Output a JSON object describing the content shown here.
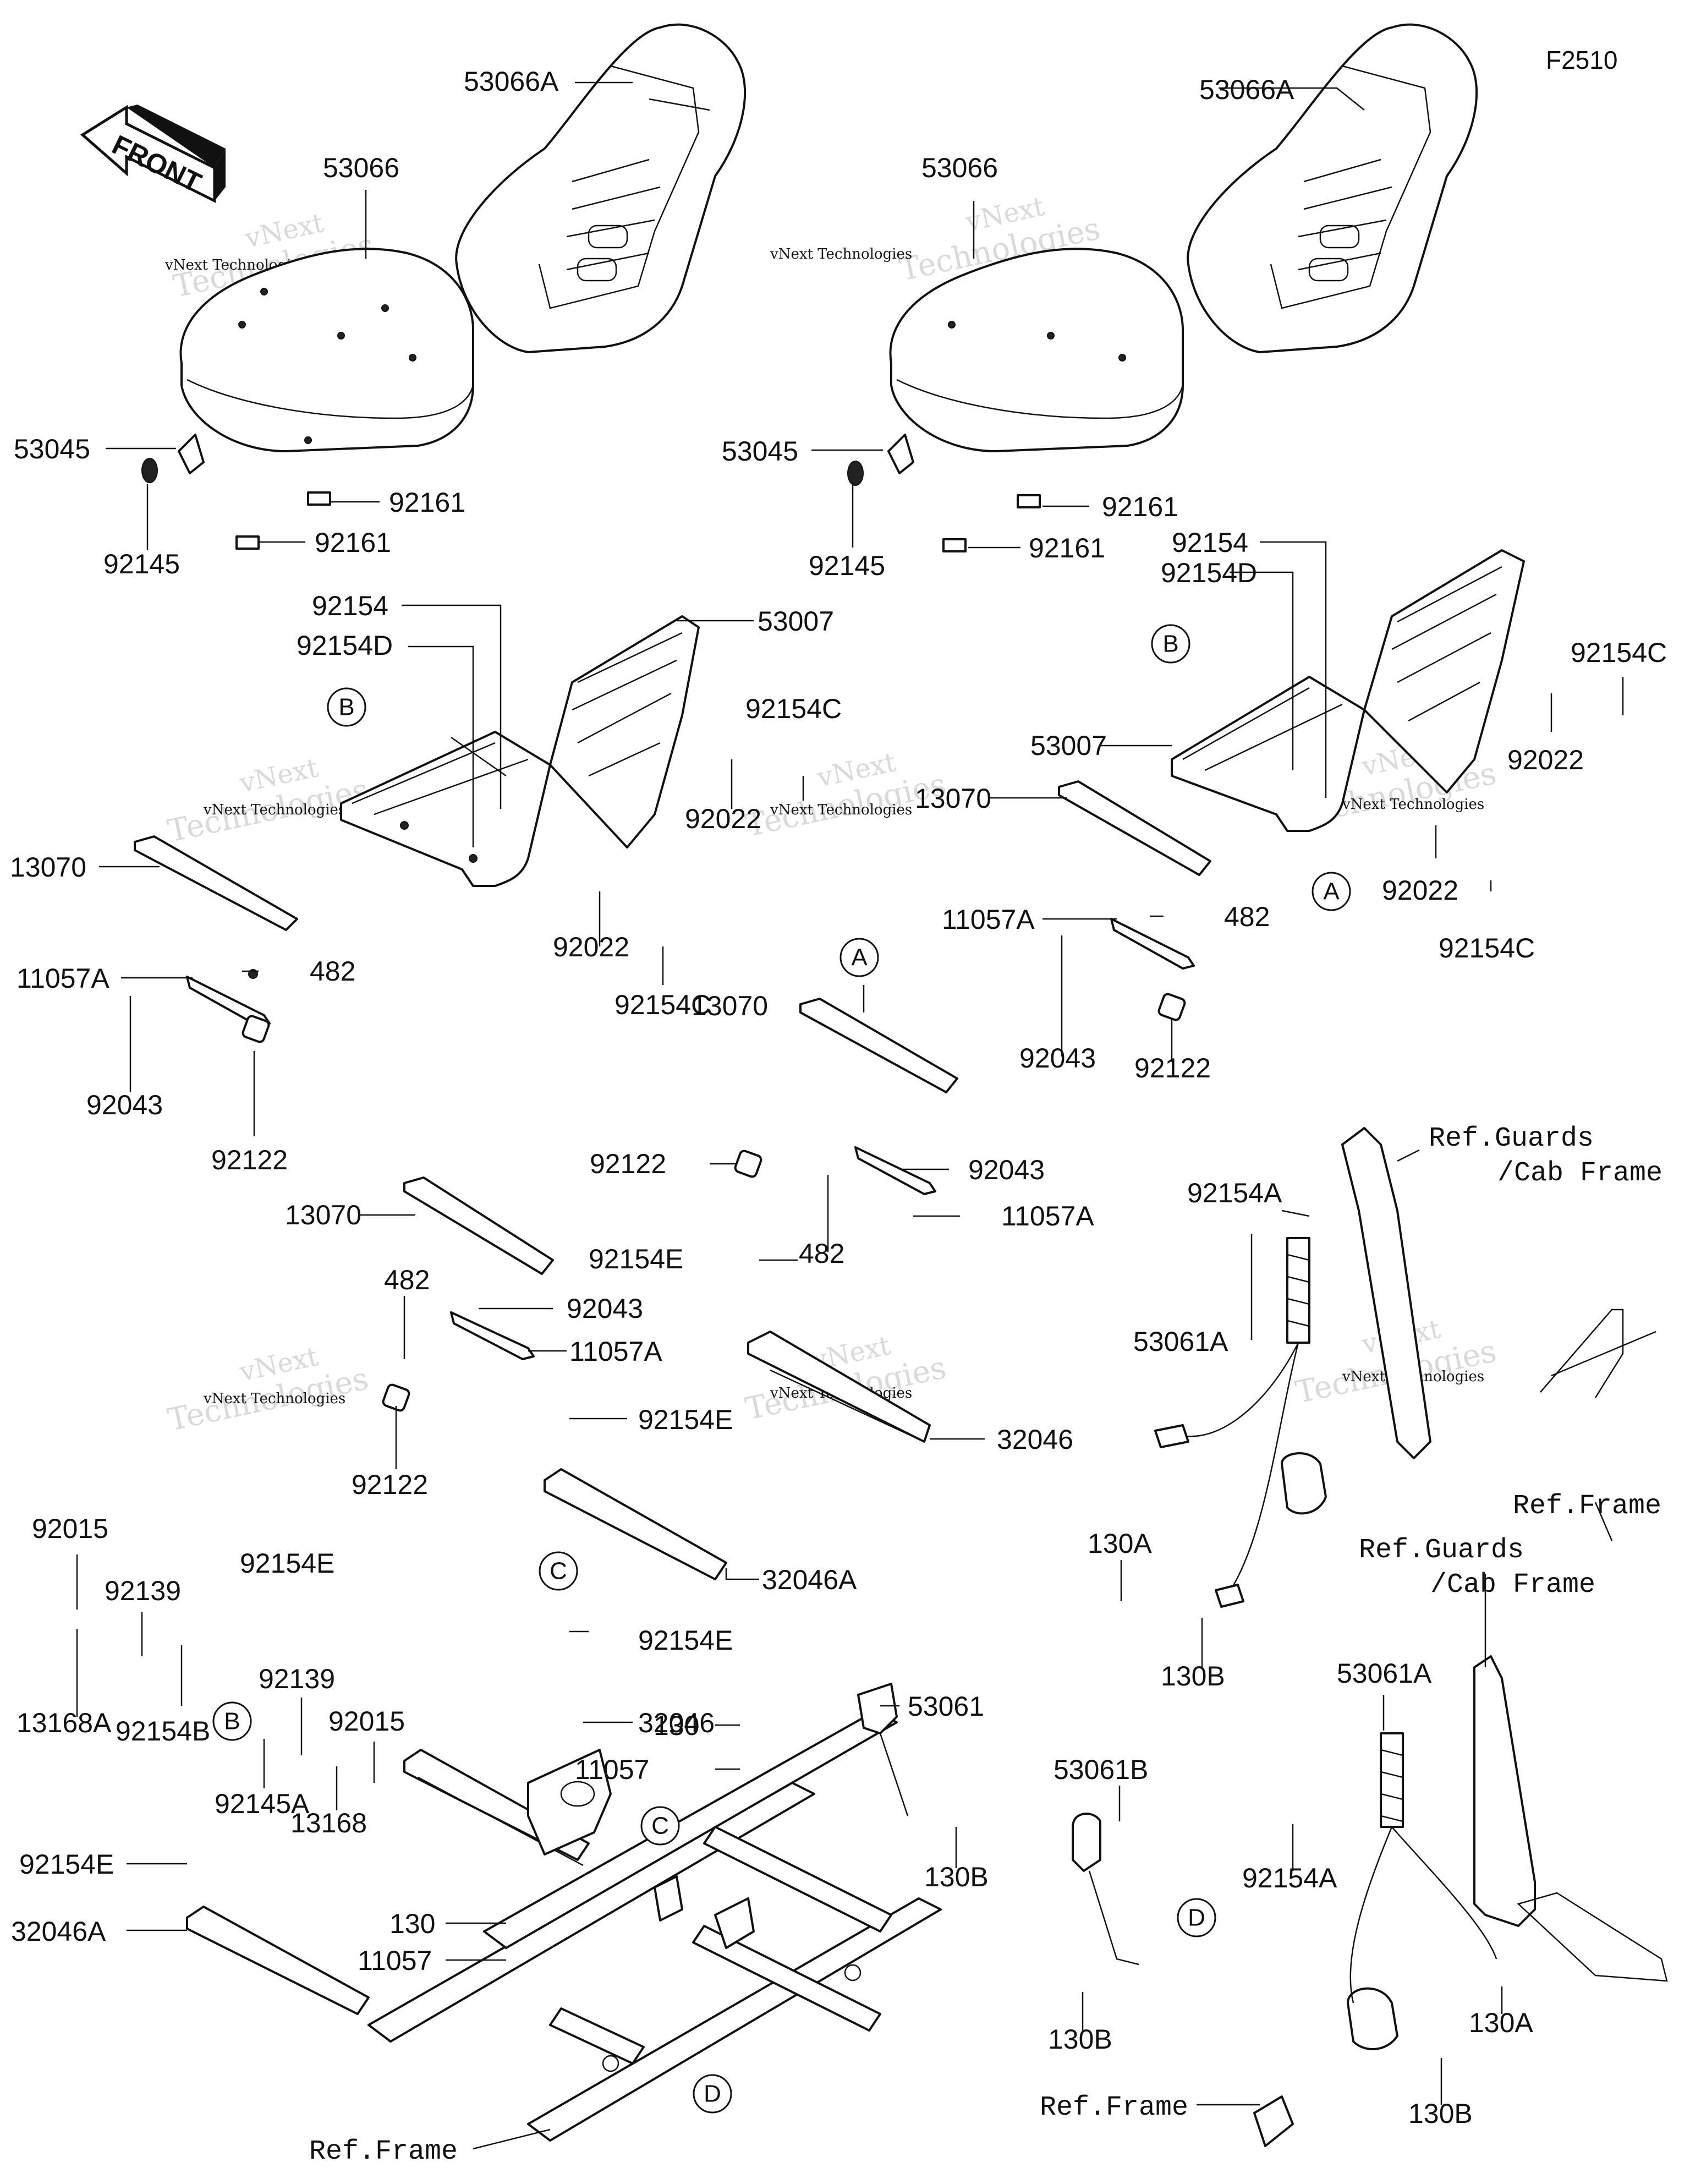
{
  "figure_id": "F2510",
  "front_label": "FRONT",
  "watermark": {
    "line1": "vNext",
    "line2": "Technologies",
    "small": "vNext Technologies"
  },
  "part_labels": [
    {
      "id": "l01",
      "text": "53066A"
    },
    {
      "id": "l02",
      "text": "53066"
    },
    {
      "id": "l03",
      "text": "53045"
    },
    {
      "id": "l04",
      "text": "92145"
    },
    {
      "id": "l05",
      "text": "92161"
    },
    {
      "id": "l06",
      "text": "92161"
    },
    {
      "id": "l07",
      "text": "92154"
    },
    {
      "id": "l08",
      "text": "92154D"
    },
    {
      "id": "l09",
      "text": "53007"
    },
    {
      "id": "l10",
      "text": "92154C"
    },
    {
      "id": "l11",
      "text": "92022"
    },
    {
      "id": "l12",
      "text": "13070"
    },
    {
      "id": "l13",
      "text": "11057A"
    },
    {
      "id": "l14",
      "text": "482"
    },
    {
      "id": "l15",
      "text": "92022"
    },
    {
      "id": "l16",
      "text": "92154C"
    },
    {
      "id": "l17",
      "text": "92043"
    },
    {
      "id": "l18",
      "text": "92122"
    },
    {
      "id": "l19",
      "text": "13070"
    },
    {
      "id": "l20",
      "text": "482"
    },
    {
      "id": "l21",
      "text": "92043"
    },
    {
      "id": "l22",
      "text": "11057A"
    },
    {
      "id": "l23",
      "text": "92122"
    },
    {
      "id": "l24",
      "text": "92154E"
    },
    {
      "id": "l25",
      "text": "32046A"
    },
    {
      "id": "l26",
      "text": "92154E"
    },
    {
      "id": "l27",
      "text": "92154E"
    },
    {
      "id": "l28",
      "text": "32046"
    },
    {
      "id": "l29",
      "text": "13070"
    },
    {
      "id": "l30",
      "text": "92122"
    },
    {
      "id": "l31",
      "text": "92043"
    },
    {
      "id": "l32",
      "text": "11057A"
    },
    {
      "id": "l33",
      "text": "482"
    },
    {
      "id": "l34",
      "text": "92154E"
    },
    {
      "id": "l35",
      "text": "32046"
    },
    {
      "id": "l36",
      "text": "53066"
    },
    {
      "id": "l37",
      "text": "53066A"
    },
    {
      "id": "l38",
      "text": "53045"
    },
    {
      "id": "l39",
      "text": "92145"
    },
    {
      "id": "l40",
      "text": "92161"
    },
    {
      "id": "l41",
      "text": "92161"
    },
    {
      "id": "l42",
      "text": "92154"
    },
    {
      "id": "l43",
      "text": "92154D"
    },
    {
      "id": "l44",
      "text": "92154C"
    },
    {
      "id": "l45",
      "text": "53007"
    },
    {
      "id": "l46",
      "text": "92022"
    },
    {
      "id": "l47",
      "text": "13070"
    },
    {
      "id": "l48",
      "text": "92022"
    },
    {
      "id": "l49",
      "text": "92154C"
    },
    {
      "id": "l50",
      "text": "11057A"
    },
    {
      "id": "l51",
      "text": "482"
    },
    {
      "id": "l52",
      "text": "92043"
    },
    {
      "id": "l53",
      "text": "92122"
    },
    {
      "id": "l54",
      "text": "92015"
    },
    {
      "id": "l55",
      "text": "92139"
    },
    {
      "id": "l56",
      "text": "13168A"
    },
    {
      "id": "l57",
      "text": "92154B"
    },
    {
      "id": "l58",
      "text": "92139"
    },
    {
      "id": "l59",
      "text": "92015"
    },
    {
      "id": "l60",
      "text": "92145A"
    },
    {
      "id": "l61",
      "text": "13168"
    },
    {
      "id": "l62",
      "text": "92154E"
    },
    {
      "id": "l63",
      "text": "32046A"
    },
    {
      "id": "l64",
      "text": "130"
    },
    {
      "id": "l65",
      "text": "11057"
    },
    {
      "id": "l66",
      "text": "130"
    },
    {
      "id": "l67",
      "text": "11057"
    },
    {
      "id": "l68",
      "text": "53061"
    },
    {
      "id": "l69",
      "text": "130B"
    },
    {
      "id": "l70",
      "text": "53061B"
    },
    {
      "id": "l71",
      "text": "130B"
    },
    {
      "id": "l72",
      "text": "92154A"
    },
    {
      "id": "l73",
      "text": "53061A"
    },
    {
      "id": "l74",
      "text": "130A"
    },
    {
      "id": "l75",
      "text": "130B"
    },
    {
      "id": "l76",
      "text": "92154A"
    },
    {
      "id": "l77",
      "text": "53061A"
    },
    {
      "id": "l78",
      "text": "130A"
    },
    {
      "id": "l79",
      "text": "130B"
    }
  ],
  "reference_labels": [
    {
      "id": "r1",
      "text": "Ref.Guards"
    },
    {
      "id": "r2",
      "text": "/Cab Frame"
    },
    {
      "id": "r3",
      "text": "Ref.Frame"
    },
    {
      "id": "r4",
      "text": "Ref.Guards"
    },
    {
      "id": "r5",
      "text": "/Cab Frame"
    },
    {
      "id": "r6",
      "text": "Ref.Frame"
    },
    {
      "id": "r7",
      "text": "Ref.Frame"
    }
  ],
  "circle_refs": [
    {
      "id": "c1",
      "text": "B"
    },
    {
      "id": "c2",
      "text": "B"
    },
    {
      "id": "c3",
      "text": "A"
    },
    {
      "id": "c4",
      "text": "A"
    },
    {
      "id": "c5",
      "text": "C"
    },
    {
      "id": "c6",
      "text": "B"
    },
    {
      "id": "c7",
      "text": "C"
    },
    {
      "id": "c8",
      "text": "D"
    },
    {
      "id": "c9",
      "text": "D"
    }
  ]
}
